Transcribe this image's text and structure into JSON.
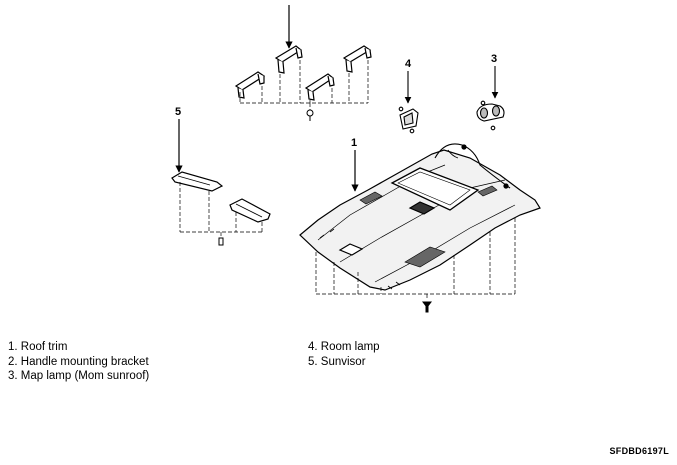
{
  "callouts": {
    "c1": "1",
    "c3": "3",
    "c4": "4",
    "c5": "5"
  },
  "legend": {
    "left": [
      "1. Roof trim",
      "2. Handle mounting bracket",
      "3. Map lamp (Mom sunroof)"
    ],
    "right": [
      "4. Room lamp",
      "5. Sunvisor"
    ]
  },
  "figure_code": "SFDBD6197L"
}
